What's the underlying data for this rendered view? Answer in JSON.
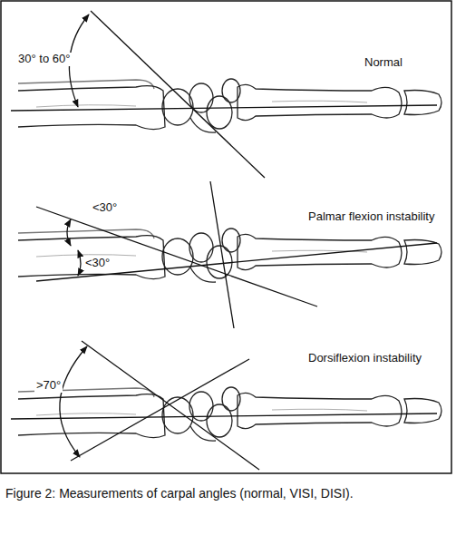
{
  "diagram": {
    "caption": "Figure 2: Measurements of carpal angles (normal, VISI, DISI).",
    "labels": [
      "30° to 60°",
      "Normal",
      "<30°",
      "<30°",
      "Palmar flexion instability",
      ">70°",
      "Dorsiflexion instability"
    ]
  }
}
